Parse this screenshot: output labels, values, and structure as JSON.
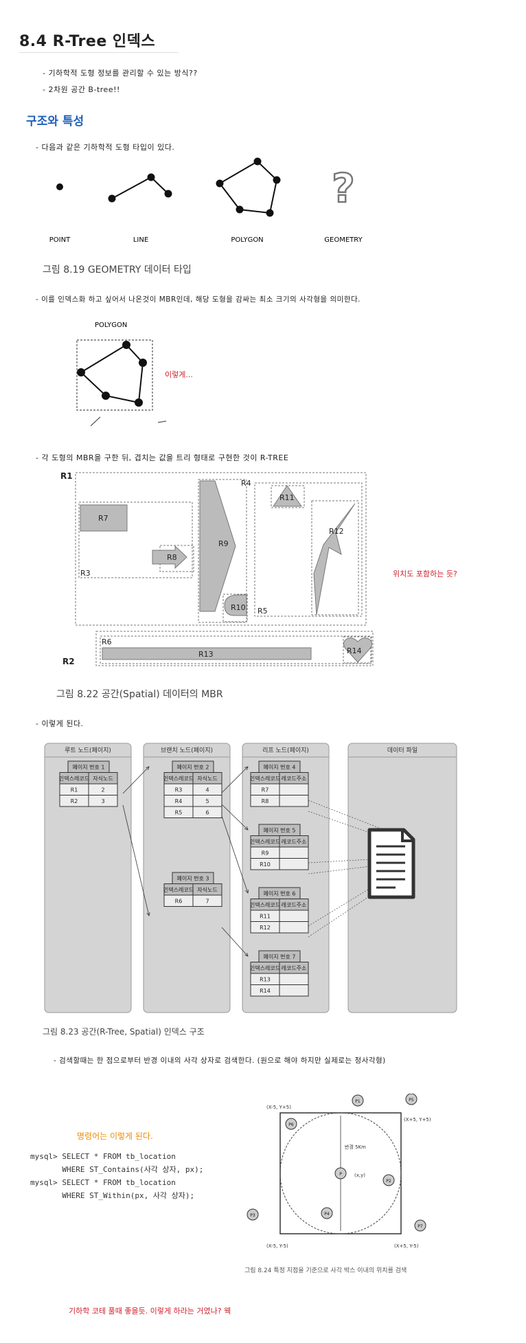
{
  "heading": "8.4 R-Tree 인덱스",
  "notes_top": [
    "- 기하학적 도형 정보를 관리할 수 있는 방식??",
    "- 2차원 공간 B-tree!!"
  ],
  "section_title": "구조와 특성",
  "note_types": "- 다음과 같은 기하학적 도형 타입이 있다.",
  "geometry_types": [
    "POINT",
    "LINE",
    "POLYGON",
    "GEOMETRY"
  ],
  "fig_819": "그림 8.19 GEOMETRY 데이터 타입",
  "note_mbr": "- 이를 인덱스화 하고 싶어서 나온것이 MBR인데, 해당 도형을 감싸는 최소 크기의 사각형을 의미한다.",
  "polygon_label": "POLYGON",
  "annot_like_this": "이렇게...",
  "note_rtree": "- 각 도형의 MBR을 구한 뒤, 겹치는 값을 트리 형태로 구현한 것이 R-TREE",
  "mbr_labels": {
    "r1": "R1",
    "r2": "R2",
    "r3": "R3",
    "r4": "R4",
    "r5": "R5",
    "r6": "R6",
    "r7": "R7",
    "r8": "R8",
    "r9": "R9",
    "r10": "R10",
    "r11": "R11",
    "r12": "R12",
    "r13": "R13",
    "r14": "R14"
  },
  "annot_position": "위치도 포함하는 듯?",
  "fig_822": "그림 8.22 공간(Spatial) 데이터의 MBR",
  "note_becomes": "- 이렇게 된다.",
  "index": {
    "columns": [
      "루트 노드(페이지)",
      "브랜치 노드(페이지)",
      "리프 노드(페이지)",
      "데이터 파일"
    ],
    "hdr_index": "인덱스레코드",
    "hdr_child": "자식노드",
    "hdr_addr": "레코드주소",
    "root": {
      "title": "페이지 번호 1",
      "rows": [
        [
          "R1",
          "2"
        ],
        [
          "R2",
          "3"
        ]
      ]
    },
    "branch2": {
      "title": "페이지 번호 2",
      "rows": [
        [
          "R3",
          "4"
        ],
        [
          "R4",
          "5"
        ],
        [
          "R5",
          "6"
        ]
      ]
    },
    "branch3": {
      "title": "페이지 번호 3",
      "rows": [
        [
          "R6",
          "7"
        ]
      ]
    },
    "leaf4": {
      "title": "페이지 번호 4",
      "rows": [
        "R7",
        "R8"
      ]
    },
    "leaf5": {
      "title": "페이지 번호 5",
      "rows": [
        "R9",
        "R10"
      ]
    },
    "leaf6": {
      "title": "페이지 번호 6",
      "rows": [
        "R11",
        "R12"
      ]
    },
    "leaf7": {
      "title": "페이지 번호 7",
      "rows": [
        "R13",
        "R14"
      ]
    }
  },
  "fig_823": "그림 8.23 공간(R-Tree, Spatial) 인덱스 구조",
  "note_search": "- 검색할때는 한 점으로부터 반경 이내의 사각 상자로 검색한다. (원으로 해야 하지만 실제로는 정사각형)",
  "annot_query": "명령어는 이렇게 된다.",
  "sql": [
    "mysql> SELECT * FROM tb_location",
    "       WHERE ST_Contains(사각 상자, px);",
    "",
    "mysql> SELECT * FROM tb_location",
    "       WHERE ST_Within(px, 사각 상자);"
  ],
  "search_fig": {
    "tl": "(X-5, Y+5)",
    "tr": "(X+5, Y+5)",
    "bl": "(X-5, Y-5)",
    "br": "(X+5, Y-5)",
    "radius": "반경 5Km",
    "center": "P",
    "center_coord": "(x,y)",
    "points": [
      "P1",
      "P5",
      "P6",
      "P2",
      "P4",
      "P3",
      "P7"
    ]
  },
  "fig_824": "그림 8.24 특정 지점을 기준으로 사각 박스 이내의 위치를 검색",
  "annot_bottom": "기하학 코테 풀때 좋을듯. 이렇게 하라는 거였나? 웩"
}
